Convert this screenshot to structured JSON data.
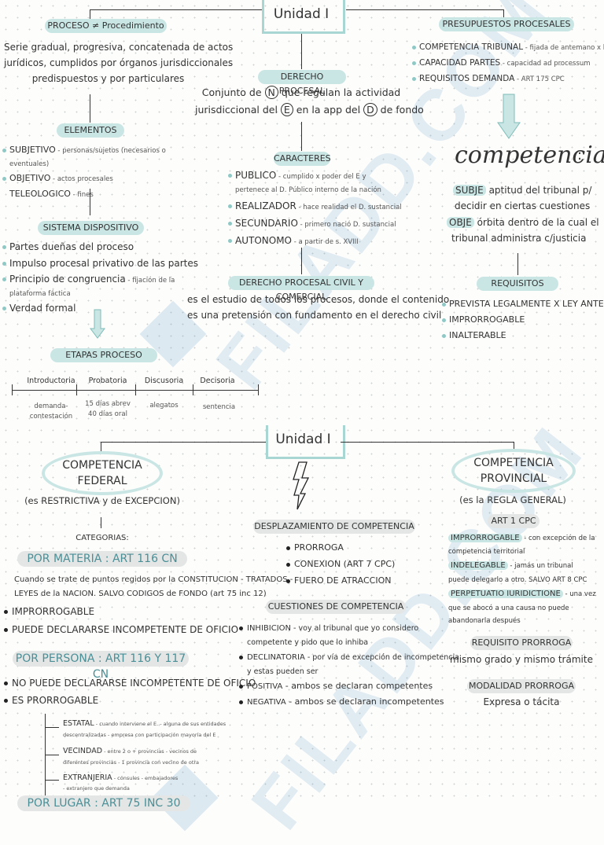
{
  "watermark": {
    "text1": "FILADD.COM",
    "text2": "FILADD.COM"
  },
  "section1": {
    "unit_title": "Unidad I",
    "proceso": {
      "pill": "PROCESO ≠ Procedimiento",
      "lines": [
        "Serie gradual, progresiva, concatenada de actos",
        "jurídicos, cumplidos por órganos jurisdiccionales",
        "predispuestos y por particulares"
      ]
    },
    "elementos": {
      "pill": "ELEMENTOS",
      "items": [
        {
          "label": "SUBJETIVO",
          "note": " - personas/sujetos (necesarios o"
        },
        {
          "label": "",
          "note": "eventuales)"
        },
        {
          "label": "OBJETIVO",
          "note": " - actos procesales"
        },
        {
          "label": "TELEOLOGICO",
          "note": " - fines"
        }
      ]
    },
    "sistema": {
      "pill": "SISTEMA DISPOSITIVO",
      "items": [
        "Partes dueñas del proceso",
        "Impulso procesal privativo de las partes",
        "Principio de congruencia",
        "Verdad formal"
      ],
      "congruencia_note": " - fijación de la",
      "congruencia_note2": "plataforma fáctica"
    },
    "etapas": {
      "pill": "ETAPAS PROCESO",
      "stages": [
        {
          "name": "Introductoria",
          "note1": "demanda-",
          "note2": "contestación"
        },
        {
          "name": "Probatoria",
          "note1": "15 días abrev",
          "note2": "40 días oral"
        },
        {
          "name": "Discusoria",
          "note1": "alegatos",
          "note2": ""
        },
        {
          "name": "Decisoria",
          "note1": "sentencia",
          "note2": ""
        }
      ]
    },
    "derecho_procesal": {
      "pill": "DERECHO PROCESAL",
      "line1_a": "Conjunto de ",
      "line1_b": "N",
      "line1_c": " que regulan la actividad",
      "line2_a": "jurisdiccional del ",
      "line2_b": "E",
      "line2_c": " en la app del ",
      "line2_d": "D",
      "line2_e": " de fondo"
    },
    "caracteres": {
      "pill": "CARACTERES",
      "items": [
        {
          "label": "PUBLICO",
          "note": " - cumplido x poder del E  y",
          "note2": "pertenece al D. Público interno de la nación"
        },
        {
          "label": "REALIZADOR",
          "note": " - hace realidad el D. sustancial",
          "note2": ""
        },
        {
          "label": "SECUNDARIO",
          "note": " - primero nació D. sustancial",
          "note2": ""
        },
        {
          "label": "AUTONOMO",
          "note": " - a partir de s. XVIII",
          "note2": ""
        }
      ]
    },
    "civil_comercial": {
      "pill": "DERECHO PROCESAL CIVIL Y COMERCIAL",
      "lines": [
        "es el estudio de todos los procesos, donde el contenido",
        "es una pretensión con fundamento en el derecho civil"
      ]
    },
    "presupuestos": {
      "pill": "PRESUPUESTOS PROCESALES",
      "items": [
        {
          "label": "COMPETENCIA TRIBUNAL",
          "note": " - fijada de antemano x ley"
        },
        {
          "label": "CAPACIDAD PARTES",
          "note": " - capacidad ad processum"
        },
        {
          "label": "REQUISITOS DEMANDA",
          "note": " - ART 175 CPC"
        }
      ]
    },
    "competencia": {
      "title": "competencia",
      "colon": ":",
      "subje_tag": "SUBJE",
      "subje_text": " aptitud del tribunal p/",
      "subje_text2": "decidir en ciertas cuestiones",
      "obje_tag": "OBJE",
      "obje_text": " órbita dentro de la cual el",
      "obje_text2": "tribunal administra c/justicia"
    },
    "requisitos": {
      "pill": "REQUISITOS",
      "items": [
        "PREVISTA LEGALMENTE X LEY ANTERIOR",
        "IMPRORROGABLE",
        "INALTERABLE"
      ]
    }
  },
  "section2": {
    "unit_title": "Unidad I",
    "federal": {
      "oval_line1": "COMPETENCIA",
      "oval_line2": "FEDERAL",
      "sub": "(es RESTRICTIVA y de EXCEPCION)",
      "categorias": "CATEGORIAS:",
      "materia_pill": "POR MATERIA : ART 116 CN",
      "materia_text1": "Cuando se trate de puntos regidos por la CONSTITUCION - TRATADOS -",
      "materia_text2": "LEYES de la NACION. SALVO CODIGOS de FONDO (art 75 inc 12)",
      "materia_items": [
        "IMPRORROGABLE",
        "PUEDE DECLARARSE INCOMPETENTE DE OFICIO"
      ],
      "persona_pill": "POR PERSONA : ART 116 Y 117 CN",
      "persona_items": [
        "NO PUEDE DECLARARSE INCOMPETENTE DE OFICIO",
        "ES PRORROGABLE"
      ],
      "sub_items": [
        {
          "label": "ESTATAL",
          "note": " - cuando interviene el E. - alguna de sus entidades",
          "note2": "descentralizadas - empresa con participación mayoría del E"
        },
        {
          "label": "VECINDAD",
          "note": " - entre 2 o + provincias - vecinos de",
          "note2": "diferentes provincias - 1 provincia con vecino de otra"
        },
        {
          "label": "EXTRANJERIA",
          "note": " - cónsules - embajadores",
          "note2": "- extranjero que demanda"
        }
      ],
      "lugar_pill": "POR LUGAR : ART 75 INC 30"
    },
    "desplazamiento": {
      "pill": "DESPLAZAMIENTO DE COMPETENCIA",
      "items": [
        "PRORROGA",
        "CONEXION (ART 7 CPC)",
        "FUERO DE ATRACCION"
      ]
    },
    "cuestiones": {
      "pill": "CUESTIONES DE COMPETENCIA",
      "items": [
        {
          "label": "INHIBICION",
          "note": " - voy al tribunal que yo considero",
          "note2": "competente y pido que lo inhiba"
        },
        {
          "label": "DECLINATORIA",
          "note": " - por vía de excepción de incompetencia",
          "note2": "y estas pueden ser"
        },
        {
          "label": "POSITIVA",
          "note": " - ambos se declaran competentes",
          "note2": ""
        },
        {
          "label": "NEGATIVA",
          "note": " - ambos se declaran incompetentes",
          "note2": ""
        }
      ]
    },
    "provincial": {
      "oval_line1": "COMPETENCIA",
      "oval_line2": "PROVINCIAL",
      "sub": "(es la REGLA GENERAL)",
      "art_pill": "ART 1 CPC",
      "items": [
        {
          "label": "IMPRORROGABLE",
          "note": " - con excepción de la",
          "note2": "competencia territorial"
        },
        {
          "label": "INDELEGABLE",
          "note": " - jamás un tribunal",
          "note2": "puede delegarlo a otro. SALVO ART 8 CPC"
        },
        {
          "label": "PERPETUATIO IURIDICTIONE",
          "note": " - una vez",
          "note2": "que se abocó a una causa no puede",
          "note3": "abandonarla después"
        }
      ],
      "req_pill": "REQUISITO PRORROGA",
      "req_text": "mismo grado y mismo trámite",
      "mod_pill": "MODALIDAD PRORROGA",
      "mod_text": "Expresa o tácita"
    }
  }
}
